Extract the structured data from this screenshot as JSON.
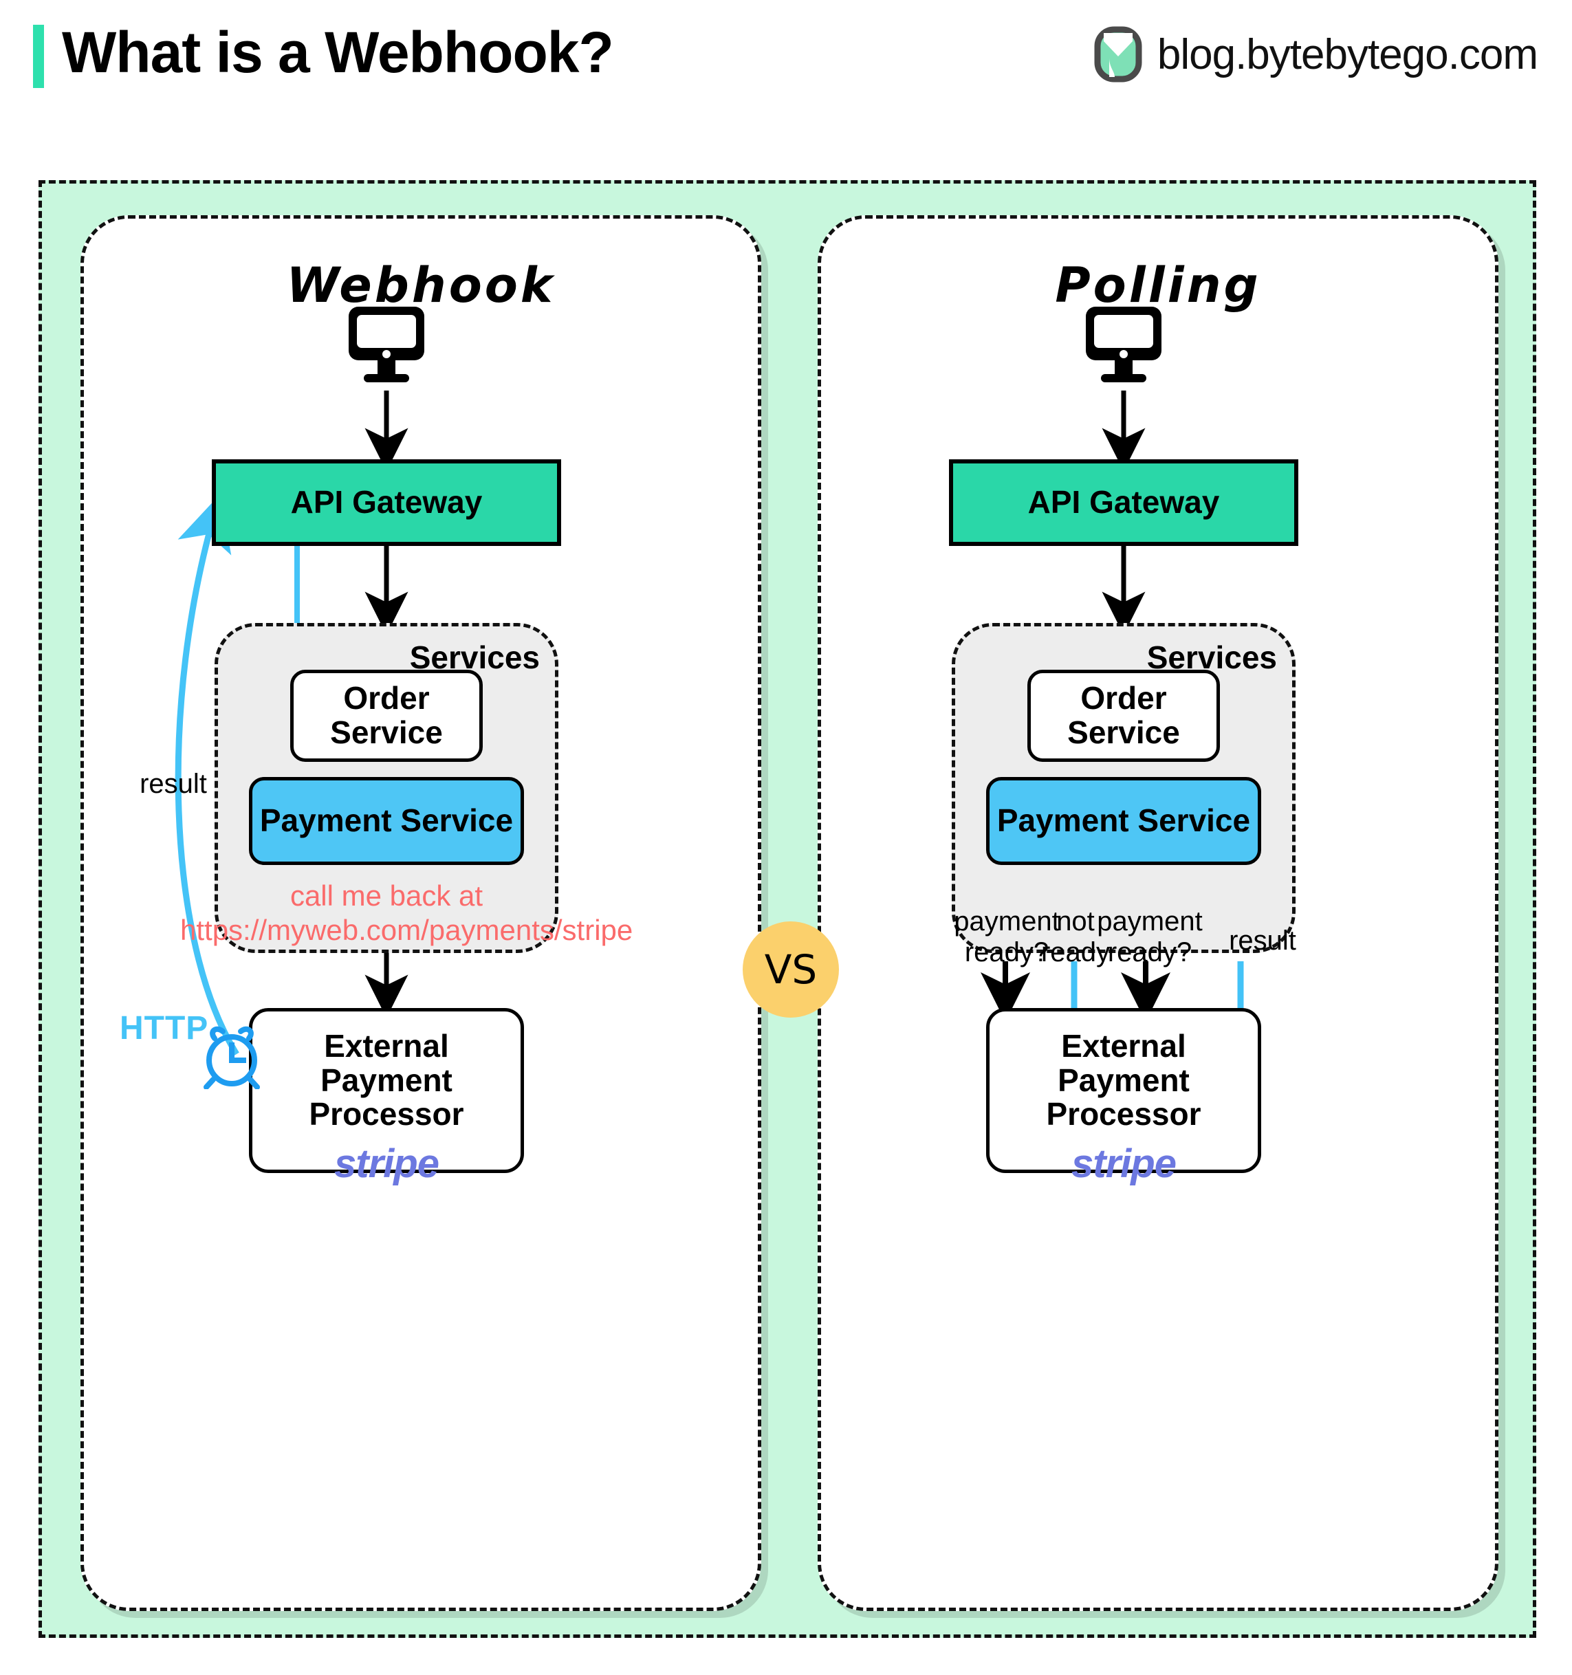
{
  "header": {
    "title": "What is a Webhook?",
    "brand": "blog.bytebytego.com",
    "logo_icon": "bytebytego-logo-icon",
    "accent_color": "#2ee0ad"
  },
  "colors": {
    "frame_bg": "#c8f7dd",
    "api_gateway": "#2ad7a8",
    "payment_service": "#4ec6f5",
    "services_bg": "#ededed",
    "blue_arrow": "#44c3f7",
    "red_text": "#fa6b6b",
    "vs_badge": "#fbd06c",
    "stripe_purple": "#6c78e0"
  },
  "vs_badge": {
    "label": "VS"
  },
  "panels": [
    {
      "id": "webhook",
      "title": "Webhook",
      "client_icon": "monitor-icon",
      "nodes": {
        "api_gateway": "API Gateway",
        "services_label": "Services",
        "order_service": "Order\nService",
        "payment_service": "Payment Service",
        "external_processor": "External\nPayment Processor",
        "stripe": "stripe"
      },
      "annotations": [
        {
          "name": "result-label",
          "text": "result"
        },
        {
          "name": "http-label",
          "text": "HTTP"
        },
        {
          "name": "callback-url-label",
          "text": "call me back at\nhttps://myweb.com/payments/stripe"
        }
      ],
      "clock_icon": "alarm-clock-icon"
    },
    {
      "id": "polling",
      "title": "Polling",
      "client_icon": "monitor-icon",
      "nodes": {
        "api_gateway": "API Gateway",
        "services_label": "Services",
        "order_service": "Order\nService",
        "payment_service": "Payment Service",
        "external_processor": "External\nPayment Processor",
        "stripe": "stripe"
      },
      "annotations": [
        {
          "name": "poll-label-1",
          "text": "payment\nready?",
          "direction": "down",
          "color": "#000000"
        },
        {
          "name": "poll-label-2",
          "text": "not\nready",
          "direction": "up",
          "color": "#000000"
        },
        {
          "name": "poll-label-3",
          "text": "payment\nready?",
          "direction": "down",
          "color": "#000000"
        },
        {
          "name": "poll-label-4",
          "text": "result",
          "direction": "up",
          "color": "#000000"
        }
      ]
    }
  ]
}
